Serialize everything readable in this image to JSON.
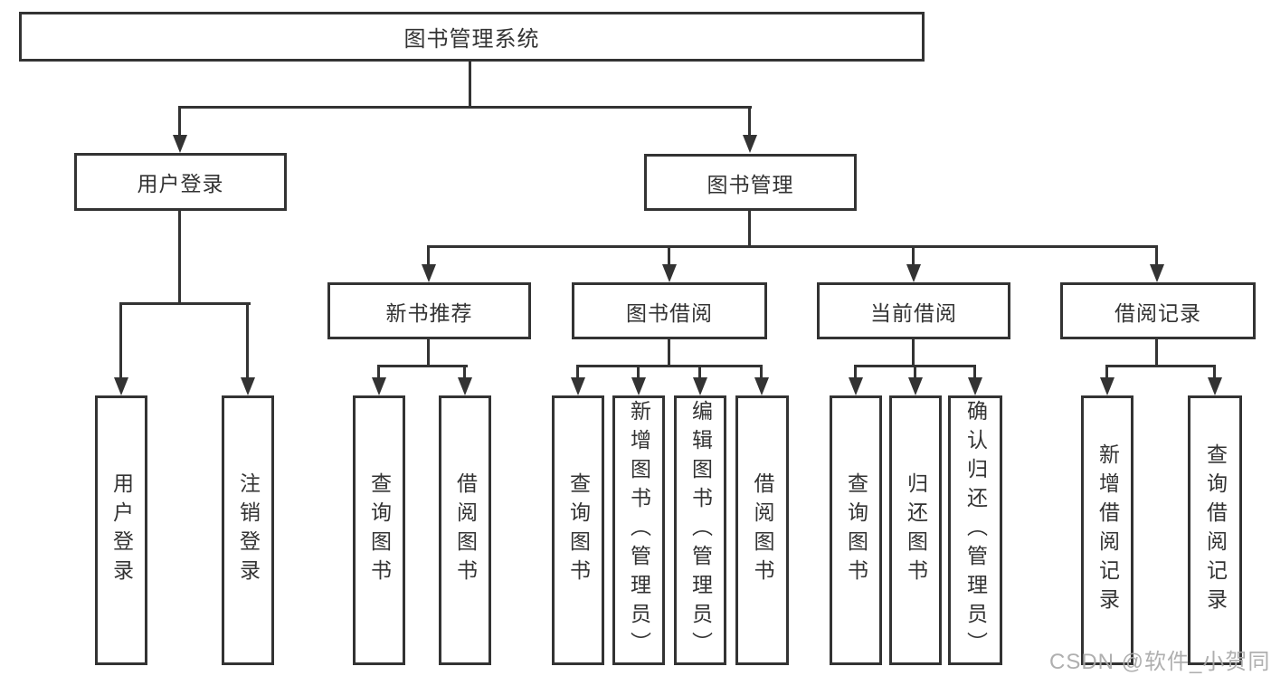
{
  "colors": {
    "line": "#333333",
    "text": "#333333",
    "background": "#ffffff",
    "watermark": "#a8a8a8"
  },
  "tree": {
    "root": {
      "label": "图书管理系统"
    },
    "branches": [
      {
        "label": "用户登录",
        "children": [
          {
            "label": "用户登录"
          },
          {
            "label": "注销登录"
          }
        ]
      },
      {
        "label": "图书管理",
        "groups": [
          {
            "label": "新书推荐",
            "children": [
              {
                "label": "查询图书"
              },
              {
                "label": "借阅图书"
              }
            ]
          },
          {
            "label": "图书借阅",
            "children": [
              {
                "label": "查询图书"
              },
              {
                "label": "新增图书（管理员）"
              },
              {
                "label": "编辑图书（管理员）"
              },
              {
                "label": "借阅图书"
              }
            ]
          },
          {
            "label": "当前借阅",
            "children": [
              {
                "label": "查询图书"
              },
              {
                "label": "归还图书"
              },
              {
                "label": "确认归还（管理员）"
              }
            ]
          },
          {
            "label": "借阅记录",
            "children": [
              {
                "label": "新增借阅记录"
              },
              {
                "label": "查询借阅记录"
              }
            ]
          }
        ]
      }
    ]
  },
  "watermark": {
    "text": "CSDN @软件_小贺同学"
  }
}
